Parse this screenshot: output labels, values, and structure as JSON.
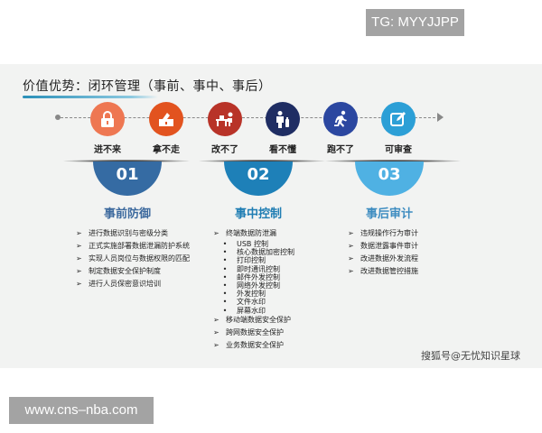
{
  "watermarks": {
    "top": "TG: MYYJJPP",
    "bottom": "www.cns–nba.com"
  },
  "slide": {
    "title": "价值优势：闭环管理（事前、事中、事后）",
    "flow_steps": [
      {
        "label": "进不来",
        "icon": "lock-icon",
        "color": "#ee7752"
      },
      {
        "label": "拿不走",
        "icon": "box-icon",
        "color": "#e2531f"
      },
      {
        "label": "改不了",
        "icon": "desk-icon",
        "color": "#b83328"
      },
      {
        "label": "看不懂",
        "icon": "person-icon",
        "color": "#1f2d63"
      },
      {
        "label": "跑不了",
        "icon": "running-icon",
        "color": "#2b47a0"
      },
      {
        "label": "可审查",
        "icon": "edit-icon",
        "color": "#2c9fd6"
      }
    ],
    "phases": [
      {
        "number": "01",
        "title": "事前防御",
        "color": "#356ba3",
        "title_color": "#3d6a9e",
        "items": [
          "进行数据识别与密级分类",
          "正式实施部署数据泄漏防护系统",
          "实现人员岗位与数据权限的匹配",
          "制定数据安全保护制度",
          "进行人员保密意识培训"
        ]
      },
      {
        "number": "02",
        "title": "事中控制",
        "color": "#1e80b8",
        "title_color": "#1f7db3",
        "items": [
          "终端数据防泄漏"
        ],
        "sub_items": [
          "USB 控制",
          "核心数据加密控制",
          "打印控制",
          "即时通讯控制",
          "邮件外发控制",
          "网络外发控制",
          "外发控制",
          "文件水印",
          "屏幕水印"
        ],
        "items_after": [
          "移动端数据安全保护",
          "跨网数据安全保护",
          "业务数据安全保护"
        ]
      },
      {
        "number": "03",
        "title": "事后审计",
        "color": "#4fb1e3",
        "title_color": "#3d8cc0",
        "items": [
          "违规操作行为审计",
          "数据泄露事件审计",
          "改进数据外发流程",
          "改进数据管控措施"
        ]
      }
    ],
    "bullet_marker": "➢",
    "sub_bullet_marker": "•",
    "credit": "搜狐号@无忧知识星球"
  }
}
